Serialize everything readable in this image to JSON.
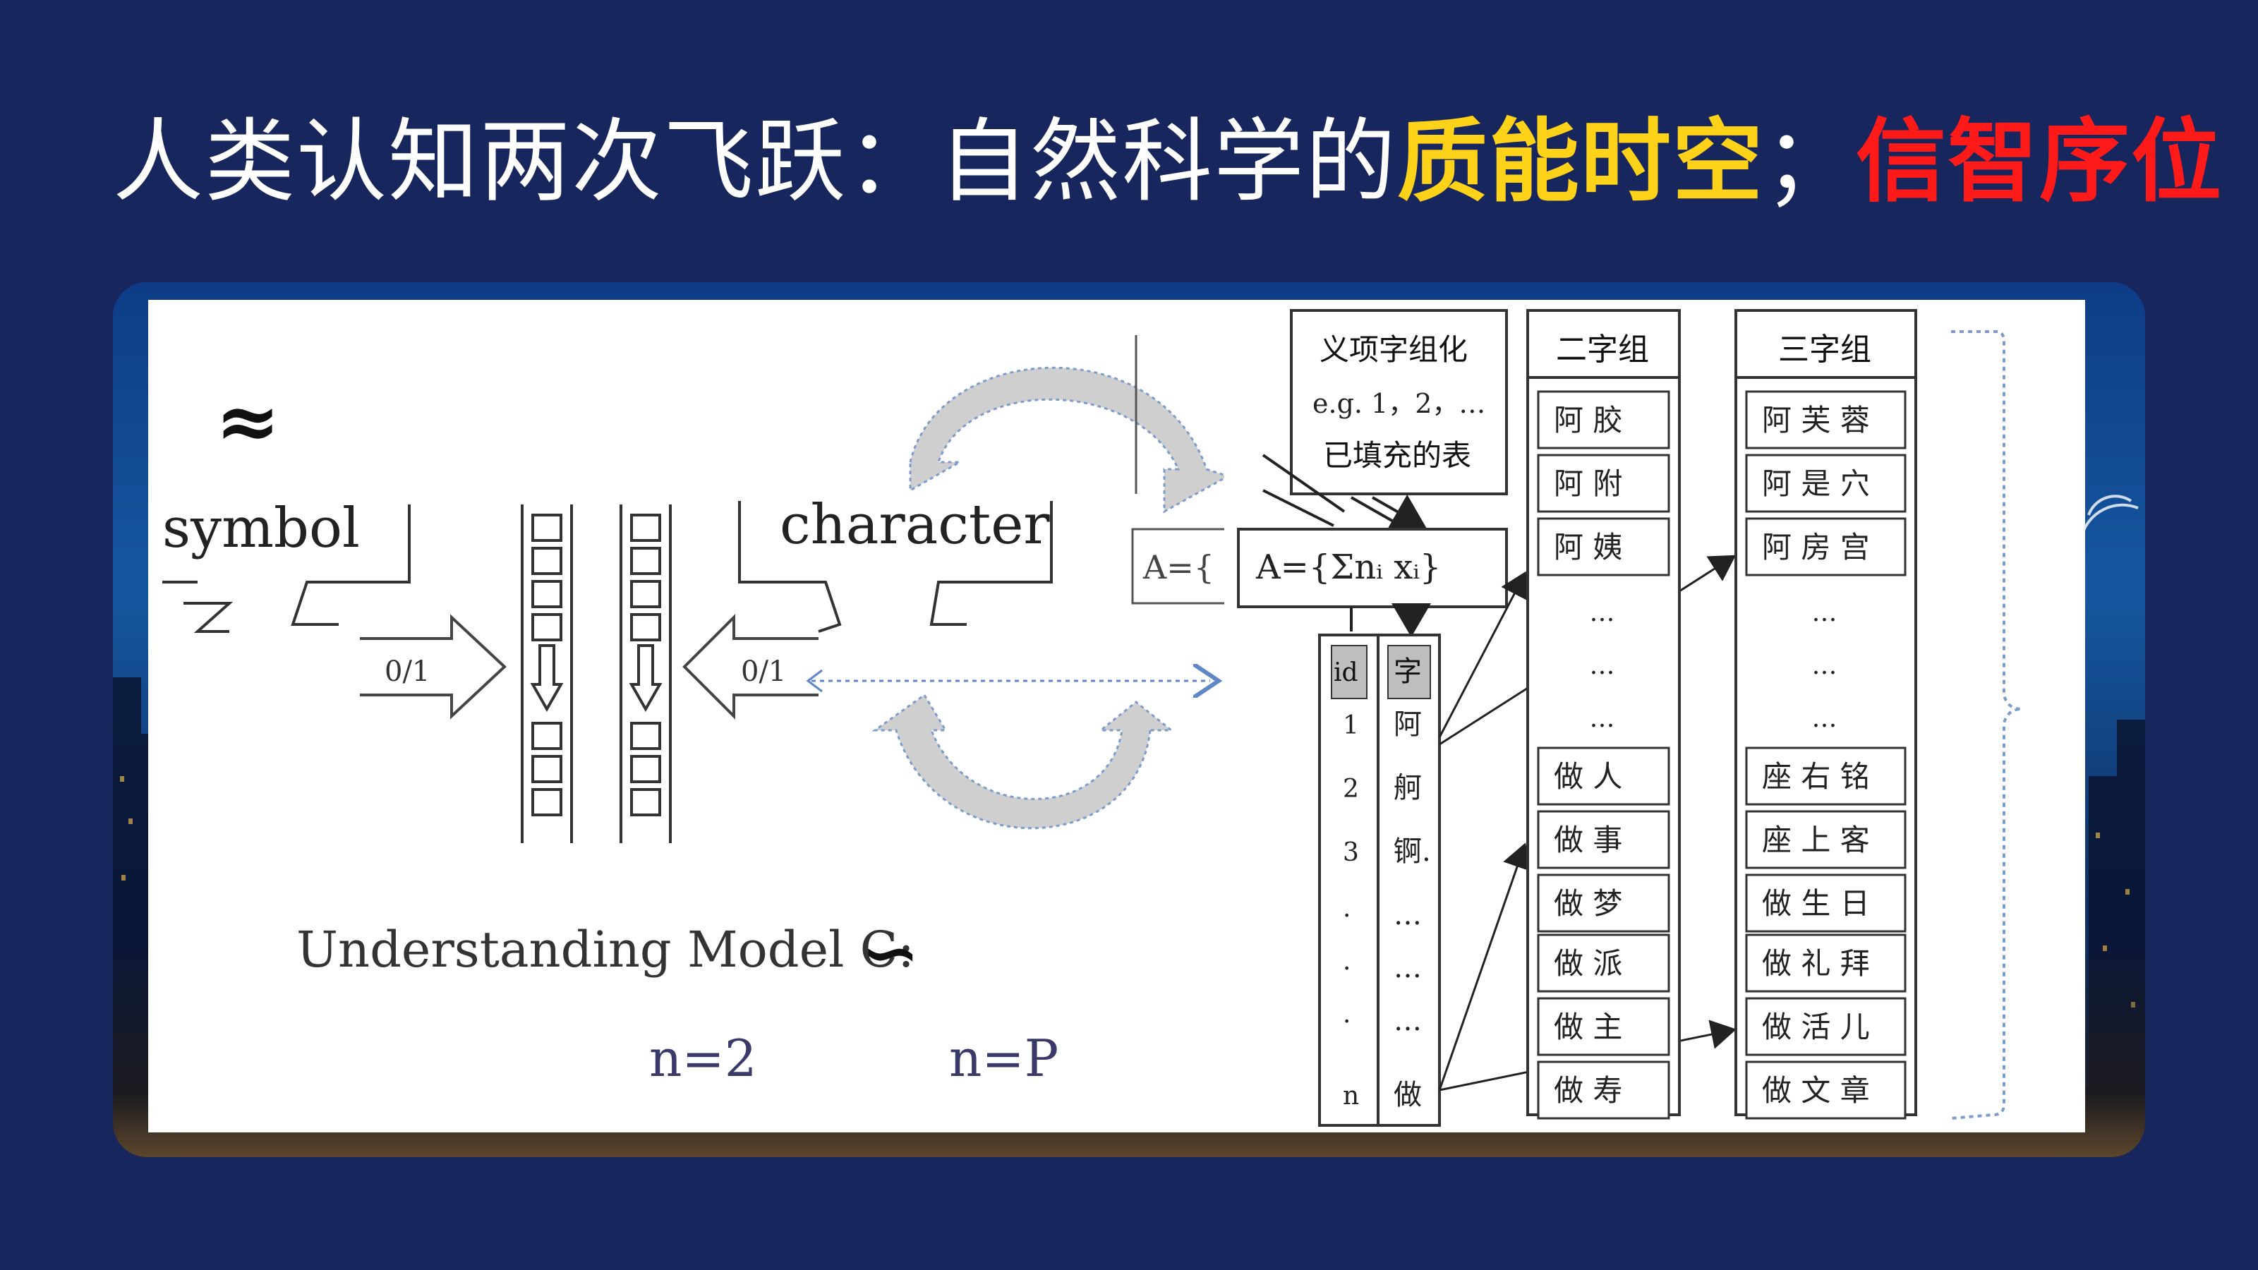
{
  "title": {
    "part1": "人类认知两次飞跃：自然科学的",
    "highlight1": "质能时空",
    "sep": "；",
    "highlight2": "信智序位"
  },
  "left_diagram": {
    "approx_symbol": "≈",
    "symbol_label": "symbol",
    "character_label": "character",
    "binary_left": "0/1",
    "binary_right": "0/1",
    "model_label": "Understanding Model C:",
    "model_symbol": "∽",
    "n2_label": "n=2",
    "np_label": "n=P",
    "cut_formula": "A={"
  },
  "right_diagram": {
    "info_box": {
      "line1": "义项字组化",
      "line2": "e.g. 1，2，…",
      "line3": "已填充的表"
    },
    "formula": "A={Σnᵢ xᵢ}",
    "id_header": "id",
    "char_header": "字",
    "id_values": [
      "1",
      "2",
      "3",
      "·",
      "·",
      "·",
      "n"
    ],
    "char_values": [
      "阿",
      "舸",
      "锕.",
      "…",
      "…",
      "…",
      "做"
    ],
    "two_char_header": "二字组",
    "two_char_top": [
      "阿 胶",
      "阿 附",
      "阿 姨"
    ],
    "two_char_dots": [
      "…",
      "…",
      "…"
    ],
    "two_char_bottom": [
      "做 人",
      "做 事",
      "做 梦",
      "做 派",
      "做 主",
      "做 寿"
    ],
    "three_char_header": "三字组",
    "three_char_top": [
      "阿 芙 蓉",
      "阿 是 穴",
      "阿 房 宫"
    ],
    "three_char_dots": [
      "…",
      "…",
      "…"
    ],
    "three_char_bottom": [
      "座 右 铭",
      "座 上 客",
      "做 生 日",
      "做 礼 拜",
      "做 活 儿",
      "做 文 章"
    ]
  }
}
